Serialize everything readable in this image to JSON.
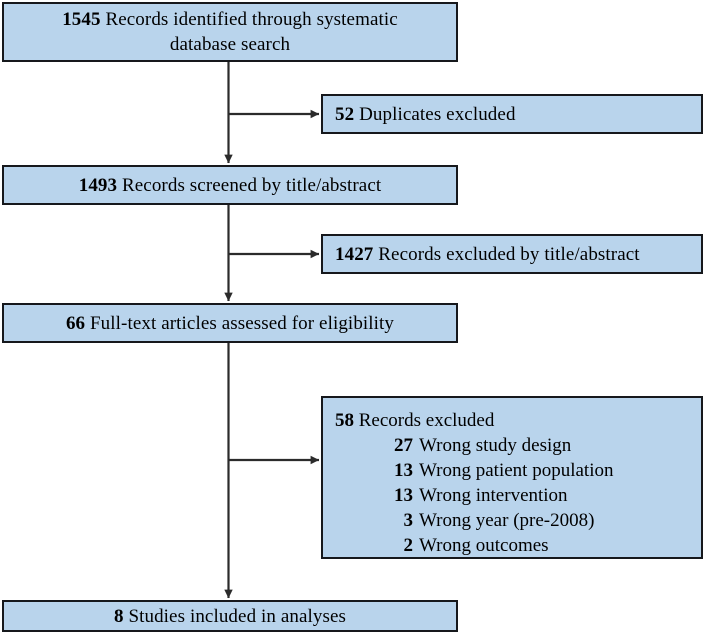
{
  "diagram": {
    "type": "prisma-flow-diagram",
    "colors": {
      "box_fill": "#b9d4ec",
      "box_border": "#16181c",
      "connector": "#2b2b2b",
      "text": "#000000",
      "background": "#ffffff"
    },
    "nodes": {
      "identified": {
        "count": "1545",
        "label": "Records identified through systematic database search",
        "line1": "Records identified through systematic",
        "line2": "database search"
      },
      "duplicates_excluded": {
        "count": "52",
        "label": "Duplicates excluded"
      },
      "screened": {
        "count": "1493",
        "label": "Records screened by title/abstract"
      },
      "excluded_title_abstract": {
        "count": "1427",
        "label": "Records excluded by title/abstract"
      },
      "fulltext_assessed": {
        "count": "66",
        "label": "Full-text articles assessed for eligibility"
      },
      "records_excluded": {
        "count": "58",
        "label": "Records excluded",
        "reasons": [
          {
            "count": "27",
            "label": "Wrong study design"
          },
          {
            "count": "13",
            "label": "Wrong patient population"
          },
          {
            "count": "13",
            "label": "Wrong intervention"
          },
          {
            "count": "3",
            "label": "Wrong year (pre-2008)"
          },
          {
            "count": "2",
            "label": "Wrong outcomes"
          }
        ]
      },
      "included": {
        "count": "8",
        "label": "Studies included in analyses"
      }
    },
    "connectors": [
      {
        "name": "identified-to-screened",
        "kind": "vertical-arrow"
      },
      {
        "name": "branch-to-duplicates",
        "kind": "horizontal-arrow"
      },
      {
        "name": "screened-to-fulltext",
        "kind": "vertical-arrow"
      },
      {
        "name": "branch-to-excluded-ta",
        "kind": "horizontal-arrow"
      },
      {
        "name": "fulltext-to-included",
        "kind": "vertical-arrow"
      },
      {
        "name": "branch-to-excluded-big",
        "kind": "horizontal-arrow"
      }
    ]
  }
}
